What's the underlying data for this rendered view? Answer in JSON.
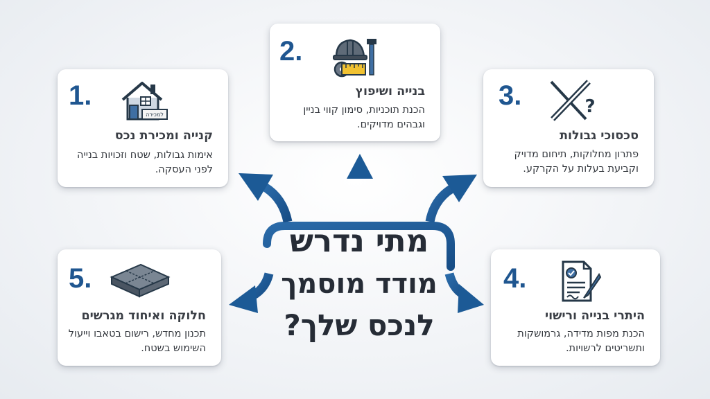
{
  "center": {
    "line1": "מתי נדרש",
    "line2": "מודד מוסמך",
    "line3": "לנכס שלך?"
  },
  "cards": [
    {
      "number": "1.",
      "title": "קנייה ומכירת נכס",
      "desc": "אימות גבולות, שטח וזכויות בנייה לפני העסקה.",
      "icon": "house-for-sale-icon",
      "sign_text": "למכירה"
    },
    {
      "number": "2.",
      "title": "בנייה ושיפוץ",
      "desc": "הכנת תוכניות, סימון קווי בניין וגבהים מדויקים.",
      "icon": "hardhat-hammer-tape-icon"
    },
    {
      "number": "3.",
      "title": "סכסוכי גבולות",
      "desc": "פתרון מחלוקות, תיחום מדויק וקביעת בעלות על הקרקע.",
      "icon": "crossed-lines-question-icon"
    },
    {
      "number": "4.",
      "title": "היתרי בנייה ורישוי",
      "desc": "הכנת מפות מדידה, גרמושקות ותשריטים לרשויות.",
      "icon": "document-pen-icon"
    },
    {
      "number": "5.",
      "title": "חלוקה ואיחוד מגרשים",
      "desc": "תכנון מחדש, רישום בטאבו וייעול השימוש בשטח.",
      "icon": "land-parcels-icon"
    }
  ],
  "colors": {
    "accent": "#1f5690",
    "arrow": "#1c5a96",
    "text": "#2b2f36"
  }
}
